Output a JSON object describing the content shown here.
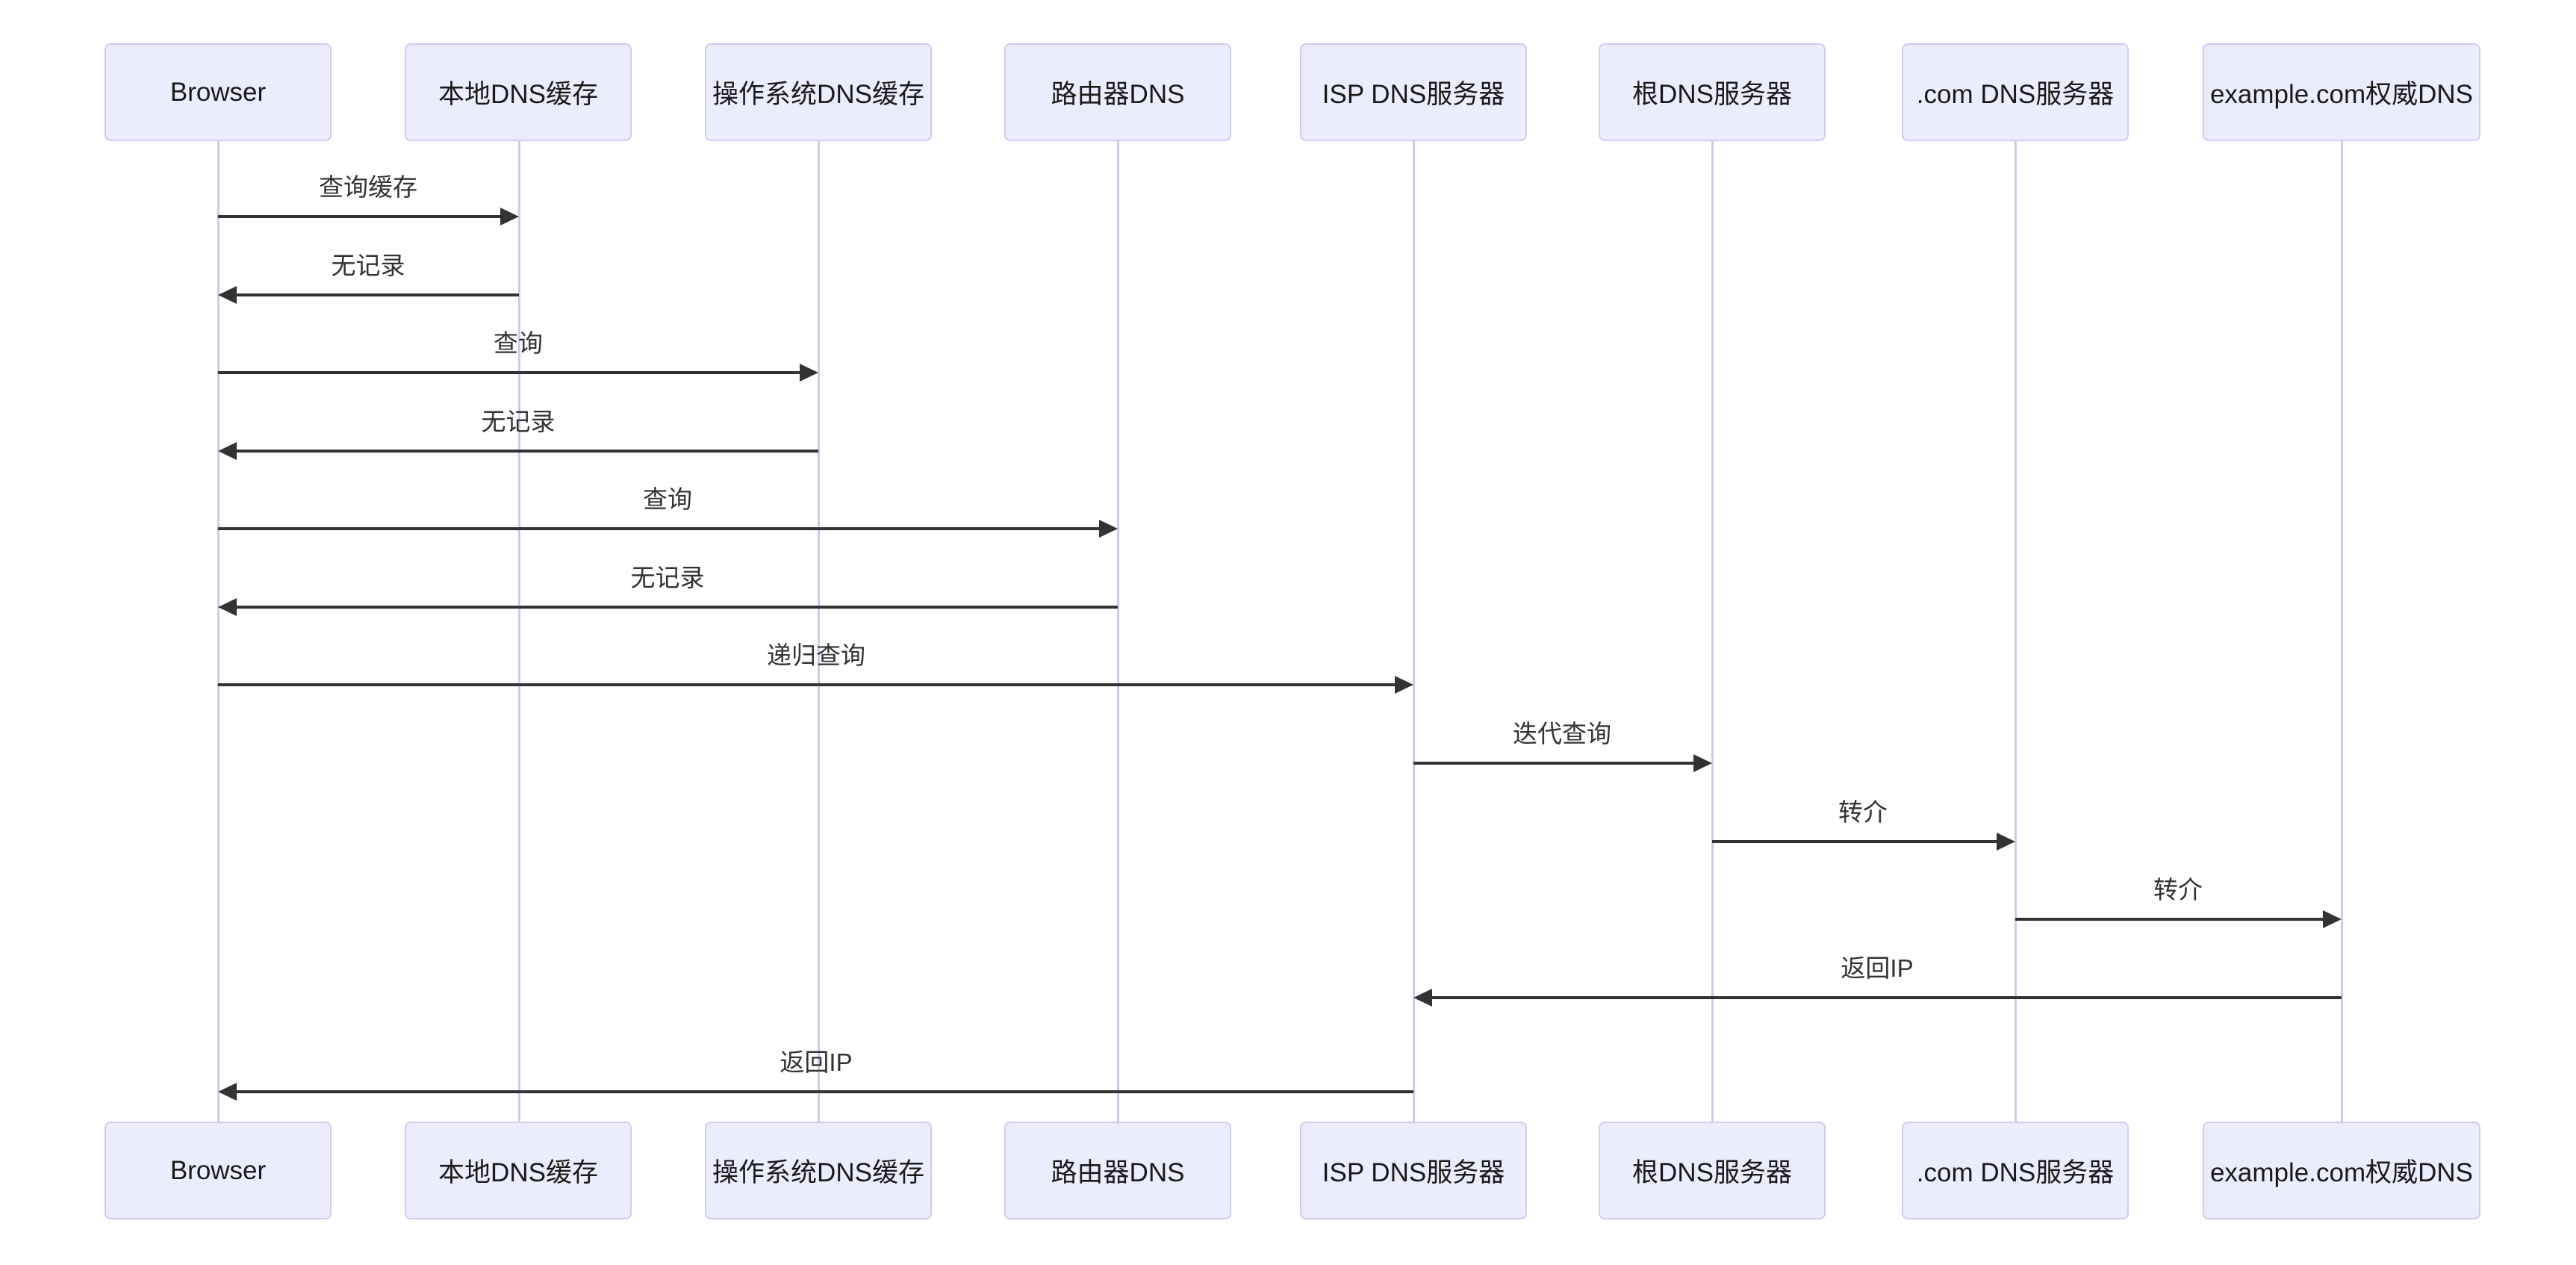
{
  "diagram": {
    "type": "sequence-diagram",
    "topic": "DNS resolution flow",
    "participants": [
      {
        "label": "Browser"
      },
      {
        "label": "本地DNS缓存"
      },
      {
        "label": "操作系统DNS缓存"
      },
      {
        "label": "路由器DNS"
      },
      {
        "label": "ISP DNS服务器"
      },
      {
        "label": "根DNS服务器"
      },
      {
        "label": ".com DNS服务器"
      },
      {
        "label": "example.com权威DNS"
      }
    ],
    "messages": [
      {
        "from": "Browser",
        "to": "本地DNS缓存",
        "label": "查询缓存",
        "direction": "right"
      },
      {
        "from": "本地DNS缓存",
        "to": "Browser",
        "label": "无记录",
        "direction": "left"
      },
      {
        "from": "Browser",
        "to": "操作系统DNS缓存",
        "label": "查询",
        "direction": "right"
      },
      {
        "from": "操作系统DNS缓存",
        "to": "Browser",
        "label": "无记录",
        "direction": "left"
      },
      {
        "from": "Browser",
        "to": "路由器DNS",
        "label": "查询",
        "direction": "right"
      },
      {
        "from": "路由器DNS",
        "to": "Browser",
        "label": "无记录",
        "direction": "left"
      },
      {
        "from": "Browser",
        "to": "ISP DNS服务器",
        "label": "递归查询",
        "direction": "right"
      },
      {
        "from": "ISP DNS服务器",
        "to": "根DNS服务器",
        "label": "迭代查询",
        "direction": "right"
      },
      {
        "from": "根DNS服务器",
        "to": ".com DNS服务器",
        "label": "转介",
        "direction": "right"
      },
      {
        "from": ".com DNS服务器",
        "to": "example.com权威DNS",
        "label": "转介",
        "direction": "right"
      },
      {
        "from": "example.com权威DNS",
        "to": "ISP DNS服务器",
        "label": "返回IP",
        "direction": "left"
      },
      {
        "from": "ISP DNS服务器",
        "to": "Browser",
        "label": "返回IP",
        "direction": "left"
      }
    ],
    "colors": {
      "background": "#ffffff",
      "actor_fill": "#ECECFF",
      "actor_border": "#d4c9ef",
      "lifeline": "#d2c9ea",
      "arrow": "#333333",
      "message_text": "#333333",
      "actor_text": "#1a1a1a"
    }
  }
}
